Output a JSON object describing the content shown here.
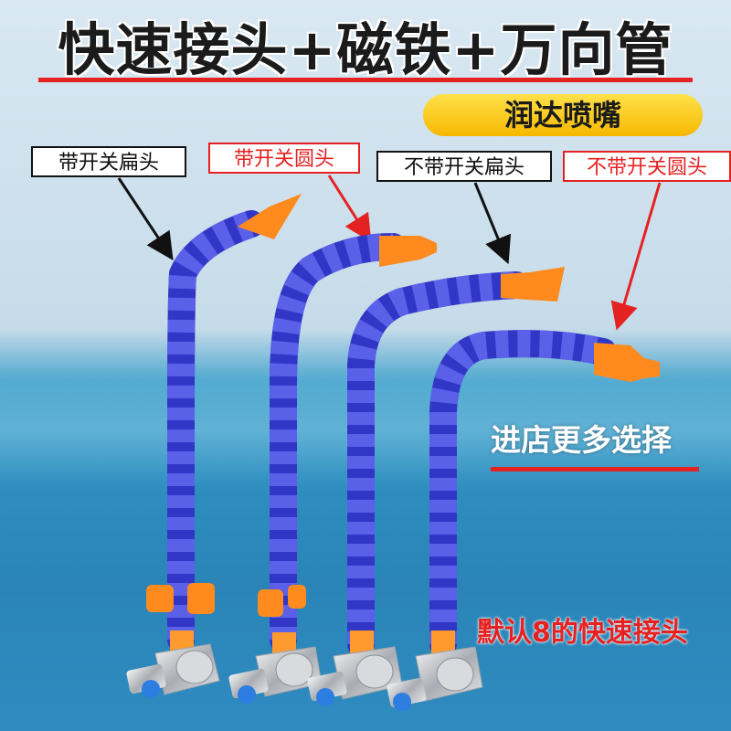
{
  "title": "快速接头+磁铁+万向管",
  "brand": "润达喷嘴",
  "labels": {
    "flat_with_switch": "带开关扁头",
    "round_with_switch": "带开关圆头",
    "flat_no_switch": "不带开关扁头",
    "round_no_switch": "不带开关圆头"
  },
  "promo": "进店更多选择",
  "default_note": "默认8的快速接头",
  "colors": {
    "hose": "#3a3fd0",
    "nozzle": "#ff8a1e",
    "accent_red": "#e52222",
    "brand_badge": "#f9c80e"
  }
}
